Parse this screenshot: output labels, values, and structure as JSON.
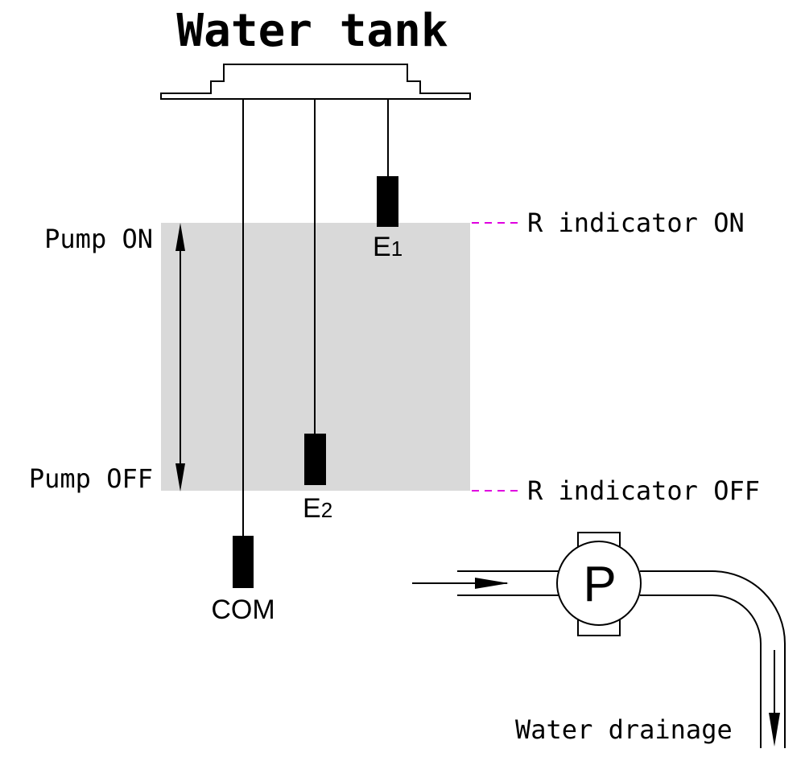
{
  "diagram": {
    "title": "Water tank",
    "level_labels": {
      "pump_on": "Pump ON",
      "pump_off": "Pump OFF"
    },
    "indicator_labels": {
      "on": "R indicator ON",
      "off": "R indicator OFF"
    },
    "electrodes": {
      "e1": {
        "letter": "E",
        "sub": "1"
      },
      "e2": {
        "letter": "E",
        "sub": "2"
      },
      "com": {
        "label": "COM"
      }
    },
    "pump": {
      "symbol": "P"
    },
    "drainage_label": "Water drainage",
    "colors": {
      "water": "#d9d9d9",
      "lines": "#000000",
      "indicator_dash": "#e000e0",
      "background": "#ffffff"
    }
  }
}
